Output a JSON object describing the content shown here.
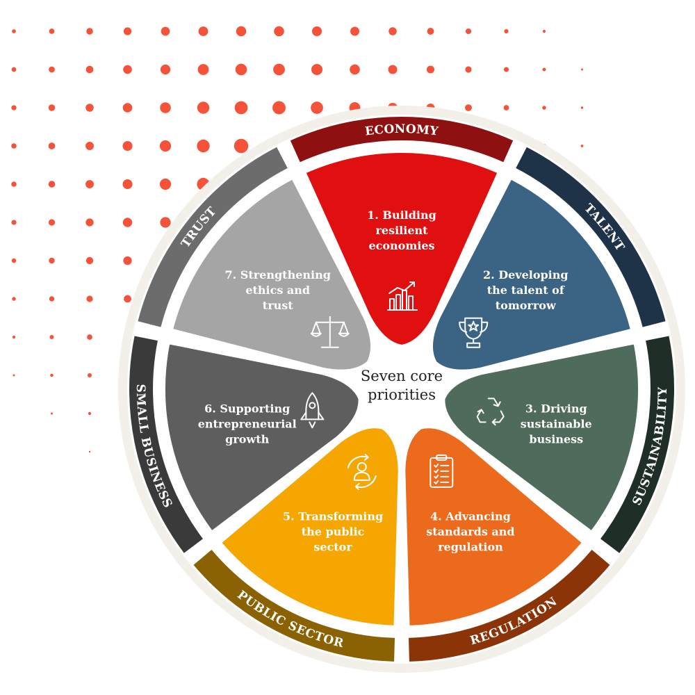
{
  "center": {
    "lines": [
      "Seven core",
      "priorities"
    ]
  },
  "segments": [
    {
      "band": "ECONOMY",
      "lines": [
        "1. Building",
        "resilient",
        "economies"
      ],
      "icon": "bar-chart-growth-icon",
      "band_color": "#8e1010",
      "petal_color": "#e01010"
    },
    {
      "band": "TALENT",
      "lines": [
        "2. Developing",
        "the talent of",
        "tomorrow"
      ],
      "icon": "trophy-icon",
      "band_color": "#1e3248",
      "petal_color": "#3a6384"
    },
    {
      "band": "SUSTAINABILITY",
      "lines": [
        "3. Driving",
        "sustainable",
        "business"
      ],
      "icon": "recycle-icon",
      "band_color": "#1f2f28",
      "petal_color": "#4e6b5c"
    },
    {
      "band": "REGULATION",
      "lines": [
        "4. Advancing",
        "standards and",
        "regulation"
      ],
      "icon": "clipboard-checklist-icon",
      "band_color": "#8a3408",
      "petal_color": "#ec6a1c"
    },
    {
      "band": "PUBLIC SECTOR",
      "lines": [
        "5. Transforming",
        "the public",
        "sector"
      ],
      "icon": "person-cycle-icon",
      "band_color": "#8a6204",
      "petal_color": "#f5a600"
    },
    {
      "band": "SMALL BUSINESS",
      "lines": [
        "6. Supporting",
        "entrepreneurial",
        "growth"
      ],
      "icon": "rocket-icon",
      "band_color": "#3a3a3a",
      "petal_color": "#5e5e5e"
    },
    {
      "band": "TRUST",
      "lines": [
        "7. Strengthening",
        "ethics and",
        "trust"
      ],
      "icon": "scales-icon",
      "band_color": "#6c6c6c",
      "petal_color": "#a5a5a5"
    }
  ],
  "colors": {
    "dots": "#f4533a",
    "center_fill": "#ffffff",
    "outer_ring": "#f3f0ea"
  }
}
